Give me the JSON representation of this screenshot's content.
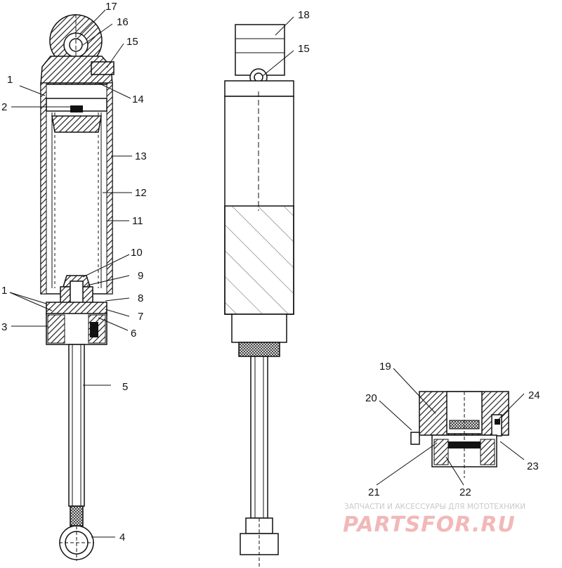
{
  "callouts": {
    "c17": "17",
    "c16": "16",
    "c15a": "15",
    "c1a": "1",
    "c2": "2",
    "c14": "14",
    "c13": "13",
    "c12": "12",
    "c11": "11",
    "c10": "10",
    "c9": "9",
    "c1b": "1",
    "c8": "8",
    "c3": "3",
    "c7": "7",
    "c6": "6",
    "c5": "5",
    "c4": "4",
    "c18": "18",
    "c15b": "15",
    "c19": "19",
    "c20": "20",
    "c24": "24",
    "c21": "21",
    "c22": "22",
    "c23": "23"
  },
  "watermark": {
    "tagline": "ЗАПЧАСТИ И АКСЕССУАРЫ ДЛЯ МОТОТЕХНИКИ",
    "brand": "PARTSFOR.RU"
  }
}
